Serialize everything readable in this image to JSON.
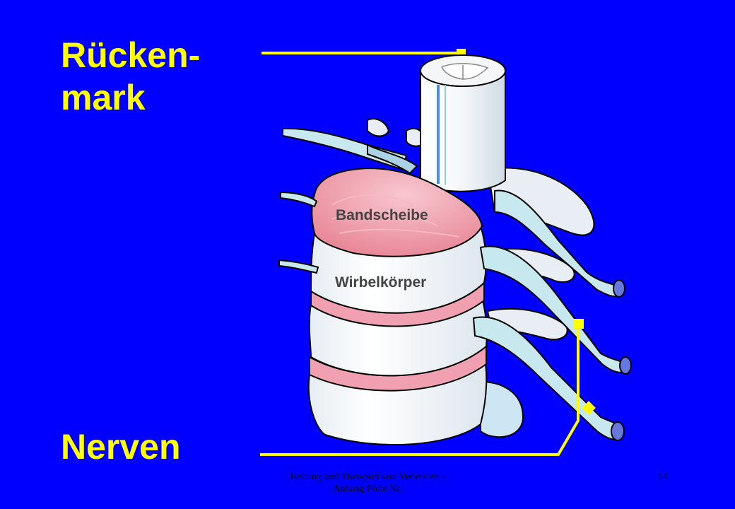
{
  "labels": {
    "spinal_cord_line1": "Rücken-",
    "spinal_cord_line2": "mark",
    "nerves": "Nerven",
    "disc": "Bandscheibe",
    "vertebral_body": "Wirbelkörper"
  },
  "footer": {
    "title_line1": "Rettung und Transport von Verletzten -",
    "title_line2": "Anhang Folie Nr.",
    "page_number": "14"
  },
  "colors": {
    "background": "#0000ff",
    "label": "#ffff00",
    "bone": "#ffffff",
    "disc": "#f0a0b0",
    "nerve": "#c8e8f0",
    "nerve_end": "#6677dd"
  }
}
